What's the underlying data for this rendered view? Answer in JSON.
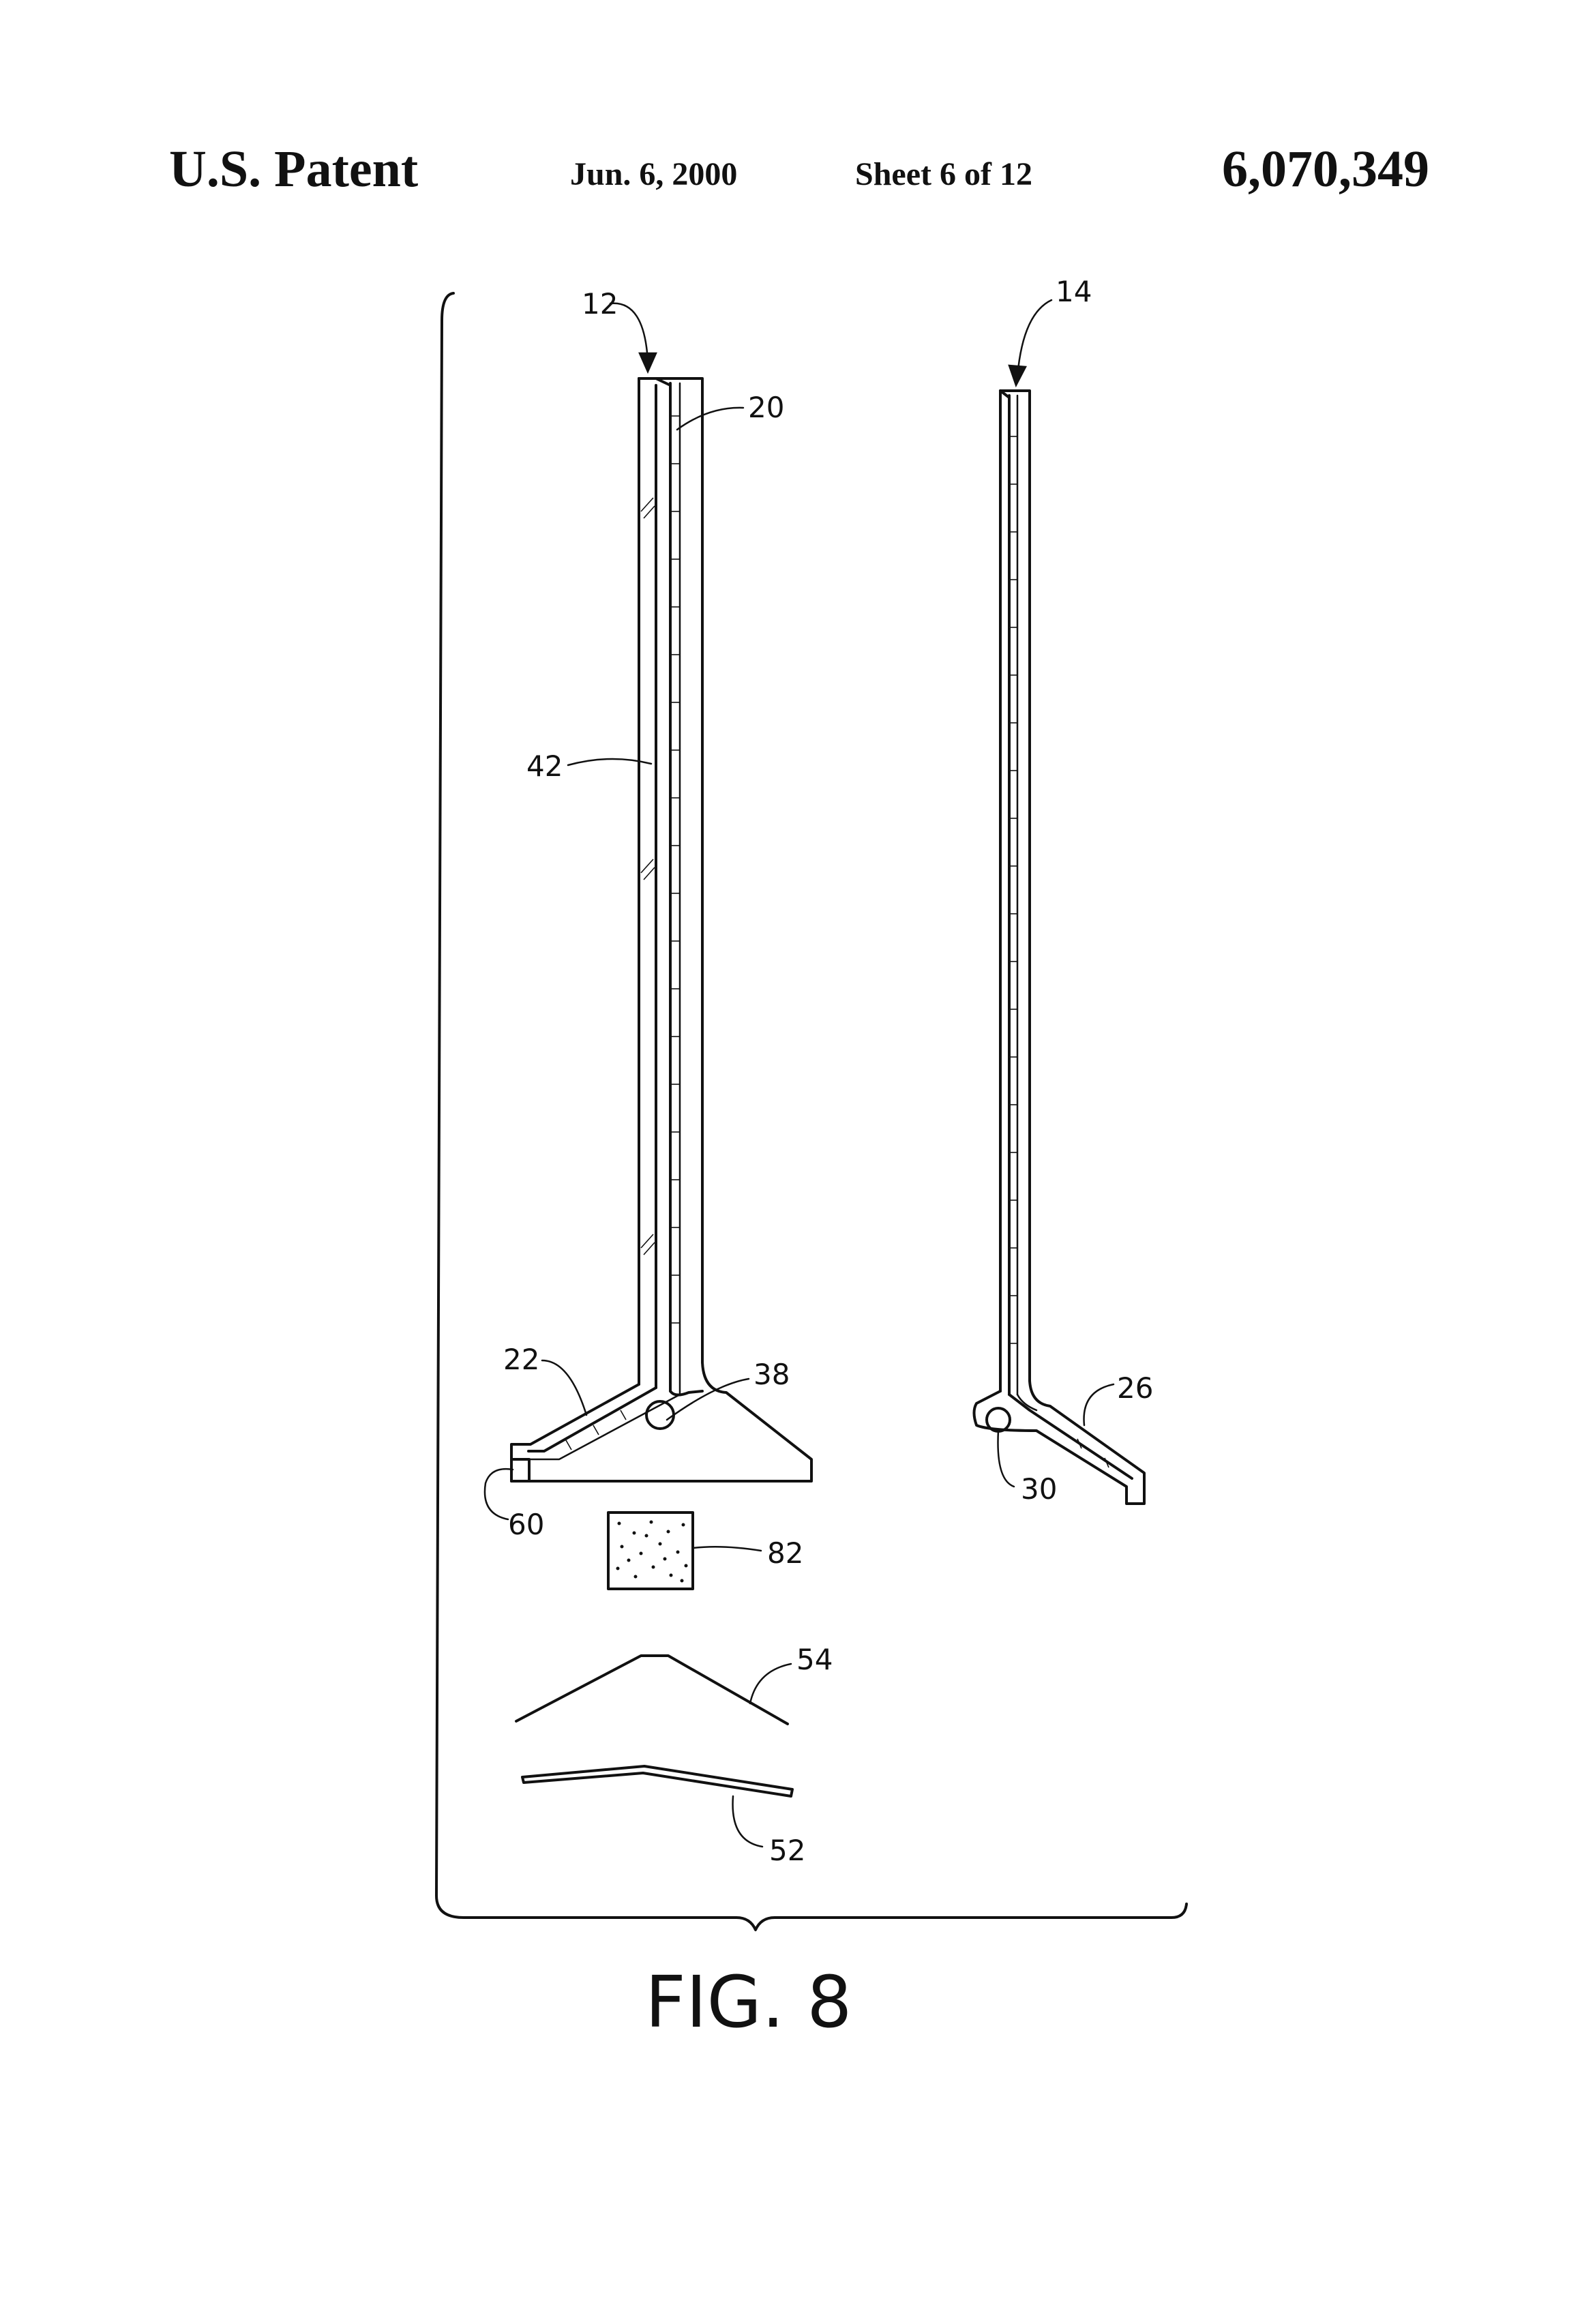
{
  "header": {
    "left": "U.S. Patent",
    "date": "Jun. 6, 2000",
    "sheet": "Sheet 6 of 12",
    "patent_number": "6,070,349"
  },
  "figure": {
    "caption": "FIG. 8",
    "labels": {
      "r12": "12",
      "r14": "14",
      "r20": "20",
      "r22": "22",
      "r26": "26",
      "r30": "30",
      "r38": "38",
      "r42": "42",
      "r52": "52",
      "r54": "54",
      "r60": "60",
      "r82": "82"
    }
  }
}
